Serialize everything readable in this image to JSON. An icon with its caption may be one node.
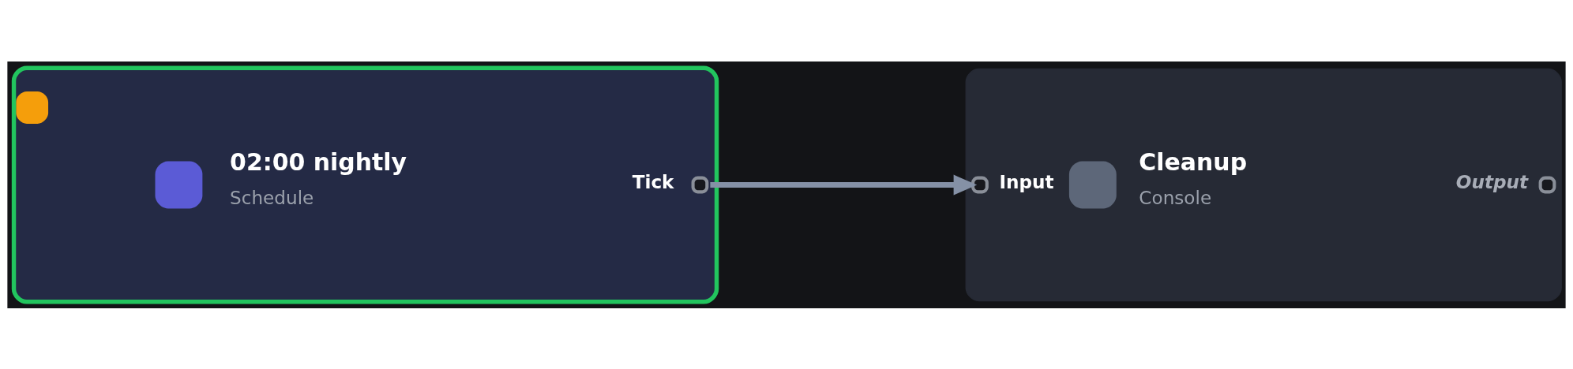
{
  "diagram": {
    "nodes": [
      {
        "text": [
          "02:00 nightly",
          "Schedule",
          "Tick"
        ]
      },
      {
        "text": [
          "Input",
          "Cleanup",
          "Console",
          "Output"
        ]
      }
    ],
    "edges": [
      {
        "from": 0,
        "to": 1,
        "arrow": "to"
      }
    ]
  }
}
